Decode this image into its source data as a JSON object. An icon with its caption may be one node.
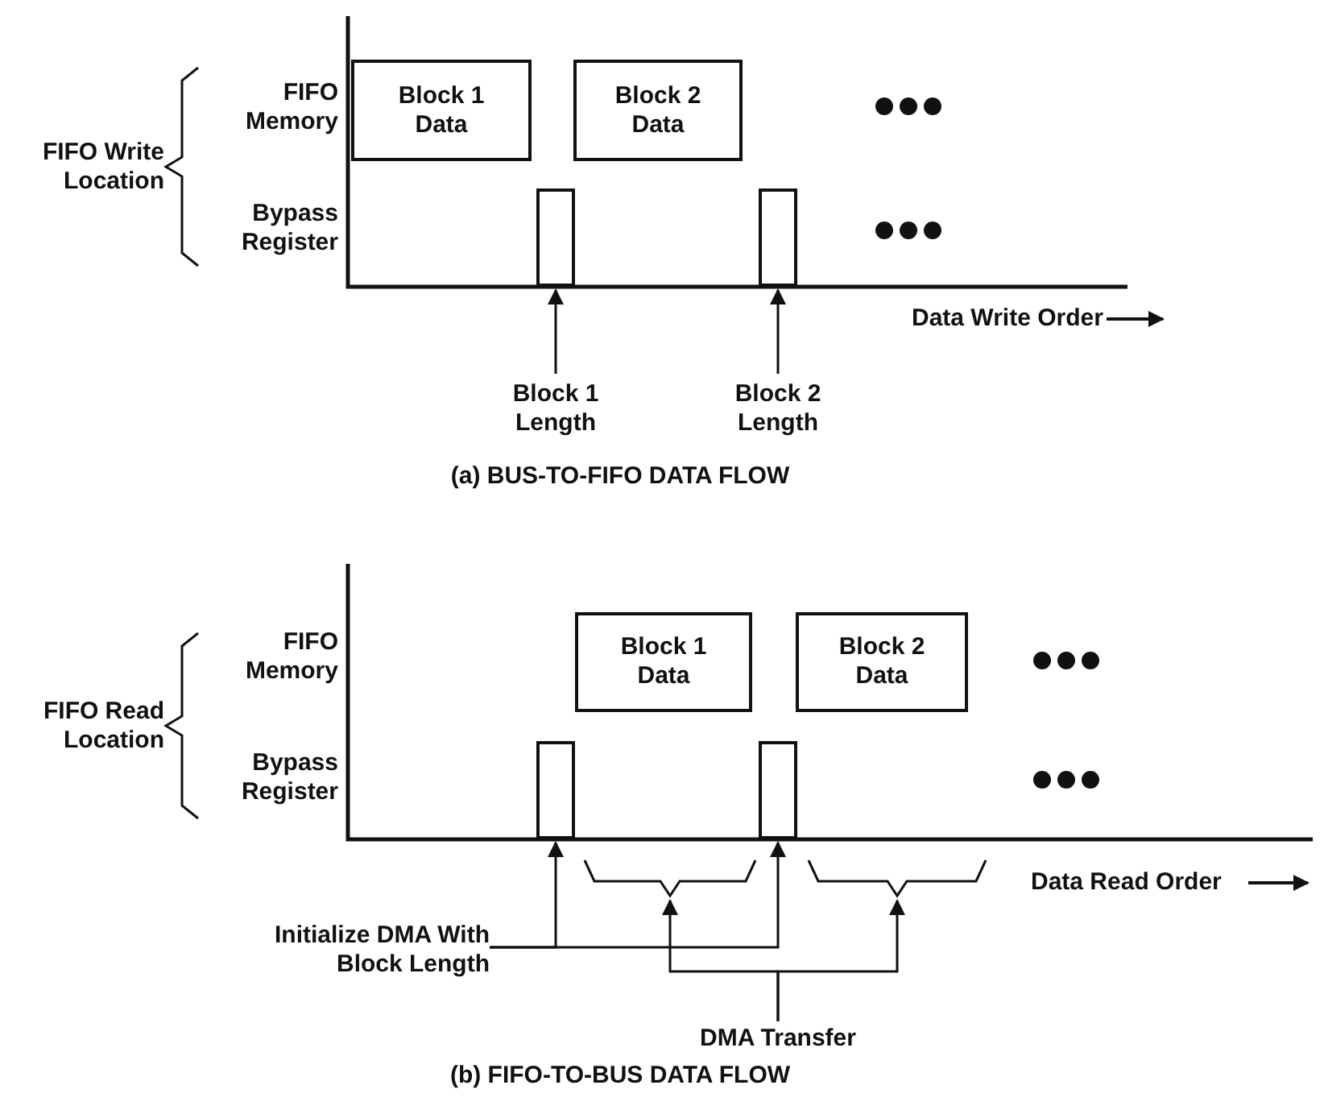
{
  "diagram": {
    "nodes": [
      {
        "text": [
          "Block 1 Data"
        ]
      },
      {
        "text": [
          "Block 2 Data"
        ]
      },
      {
        "text": [],
        "shape": "bar"
      },
      {
        "text": [],
        "shape": "bar"
      },
      {
        "text": [
          "Block 1 Length"
        ]
      },
      {
        "text": [
          "Block 2 Length"
        ]
      },
      {
        "text": [
          "Block 1 Data"
        ]
      },
      {
        "text": [
          "Block 2 Data"
        ]
      },
      {
        "text": [],
        "shape": "bar"
      },
      {
        "text": [],
        "shape": "bar"
      },
      {
        "text": [
          "Initialize DMA With Block Length"
        ]
      },
      {
        "text": [],
        "shape": "brace"
      },
      {
        "text": [],
        "shape": "brace"
      },
      {
        "text": [
          "DMA Transfer"
        ]
      }
    ],
    "edges": [
      {
        "from": 4,
        "to": 2,
        "arrow": "to"
      },
      {
        "from": 5,
        "to": 3,
        "arrow": "to"
      },
      {
        "from": 10,
        "to": 8,
        "arrow": "to"
      },
      {
        "from": 10,
        "to": 9,
        "arrow": "to"
      },
      {
        "from": 13,
        "to": 11,
        "arrow": "to"
      },
      {
        "from": 13,
        "to": 12,
        "arrow": "to"
      }
    ],
    "labels": [
      "FIFO Memory",
      "FIFO Write Location",
      "Bypass Register",
      "Data Write Order",
      "(a) BUS-TO-FIFO DATA FLOW",
      "FIFO Memory",
      "FIFO Read Location",
      "Bypass Register",
      "Data Read Order",
      "(b) FIFO-TO-BUS DATA FLOW"
    ]
  }
}
